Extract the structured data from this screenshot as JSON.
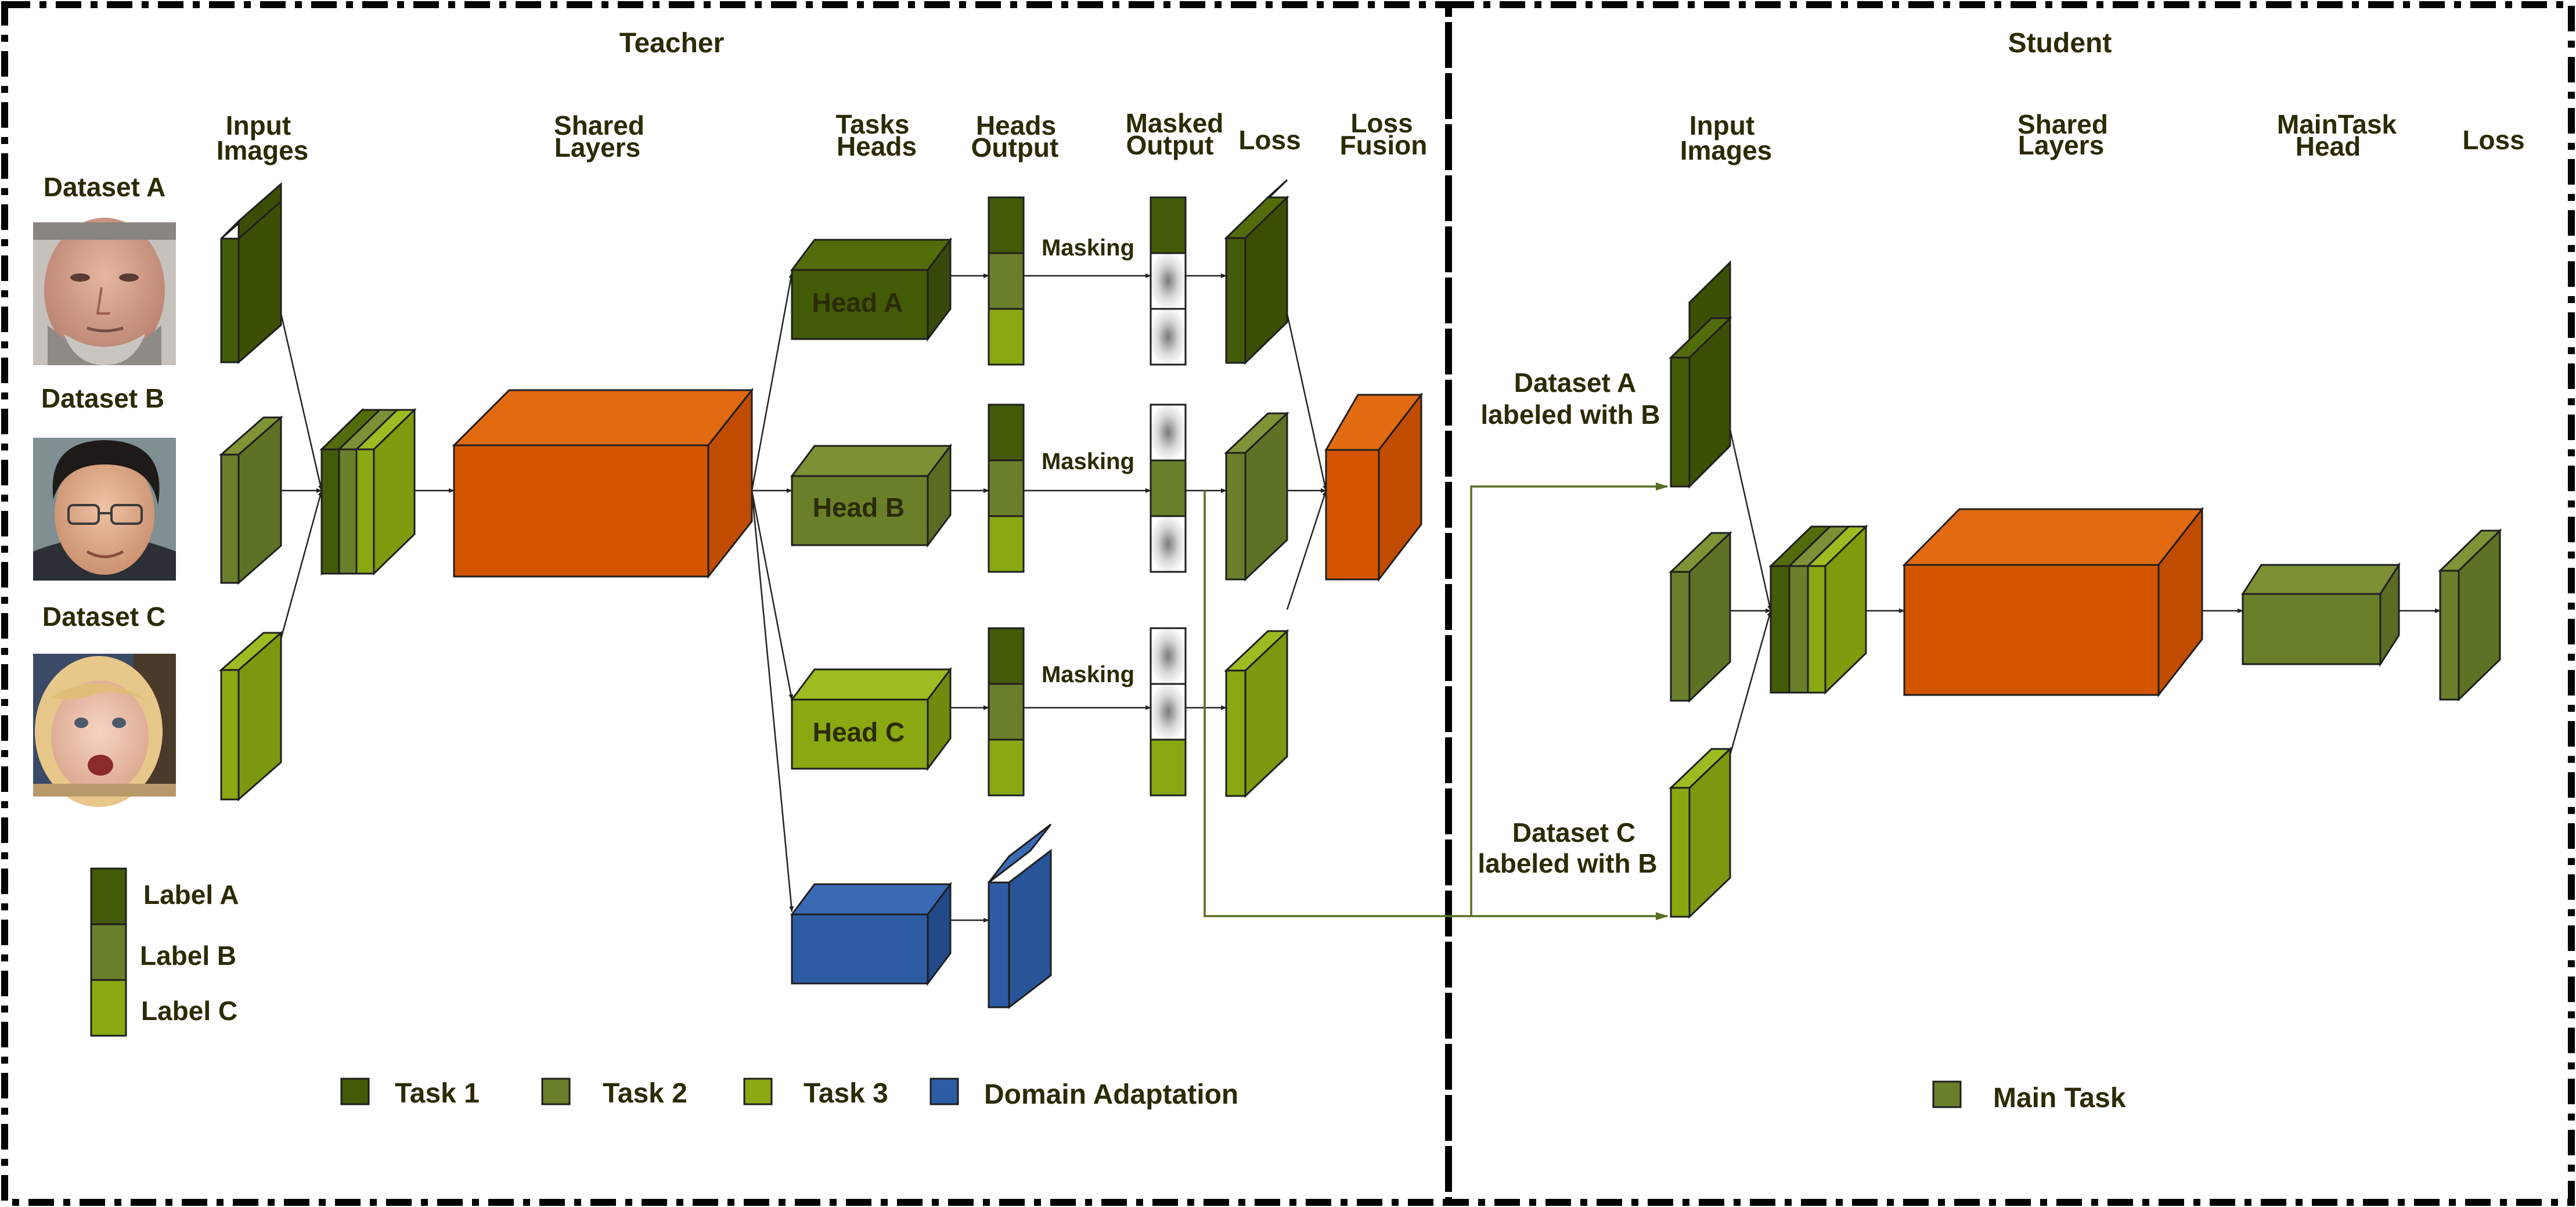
{
  "colors": {
    "label_a": "#435a06",
    "label_b": "#6a7f2a",
    "label_c": "#89a812",
    "shared": "#d45500",
    "domain": "#2d5ca4",
    "arrow_green": "#5b6e22"
  },
  "teacher": {
    "title": "Teacher",
    "col_input": [
      "Input",
      "Images"
    ],
    "col_shared": [
      "Shared",
      "Layers"
    ],
    "col_tasks": [
      "Tasks",
      "Heads"
    ],
    "col_heads_out": [
      "Heads",
      "Output"
    ],
    "col_masked": [
      "Masked",
      "Output"
    ],
    "col_loss": "Loss",
    "col_fusion": [
      "Loss",
      "Fusion"
    ],
    "datasets": [
      "Dataset A",
      "Dataset B",
      "Dataset C"
    ],
    "heads": [
      "Head A",
      "Head B",
      "Head C"
    ],
    "masking": "Masking",
    "labels": [
      "Label A",
      "Label B",
      "Label C"
    ],
    "legend": [
      "Task 1",
      "Task 2",
      "Task 3",
      "Domain Adaptation"
    ]
  },
  "student": {
    "title": "Student",
    "col_input": [
      "Input",
      "Images"
    ],
    "col_shared": [
      "Shared",
      "Layers"
    ],
    "col_head": [
      "MainTask",
      "Head"
    ],
    "col_loss": "Loss",
    "dataset_a": [
      "Dataset A",
      "labeled with B"
    ],
    "dataset_c": [
      "Dataset C",
      "labeled with B"
    ],
    "legend": "Main Task"
  },
  "icons": [
    "face-photo-adult-man",
    "face-photo-young-man",
    "face-photo-child"
  ]
}
